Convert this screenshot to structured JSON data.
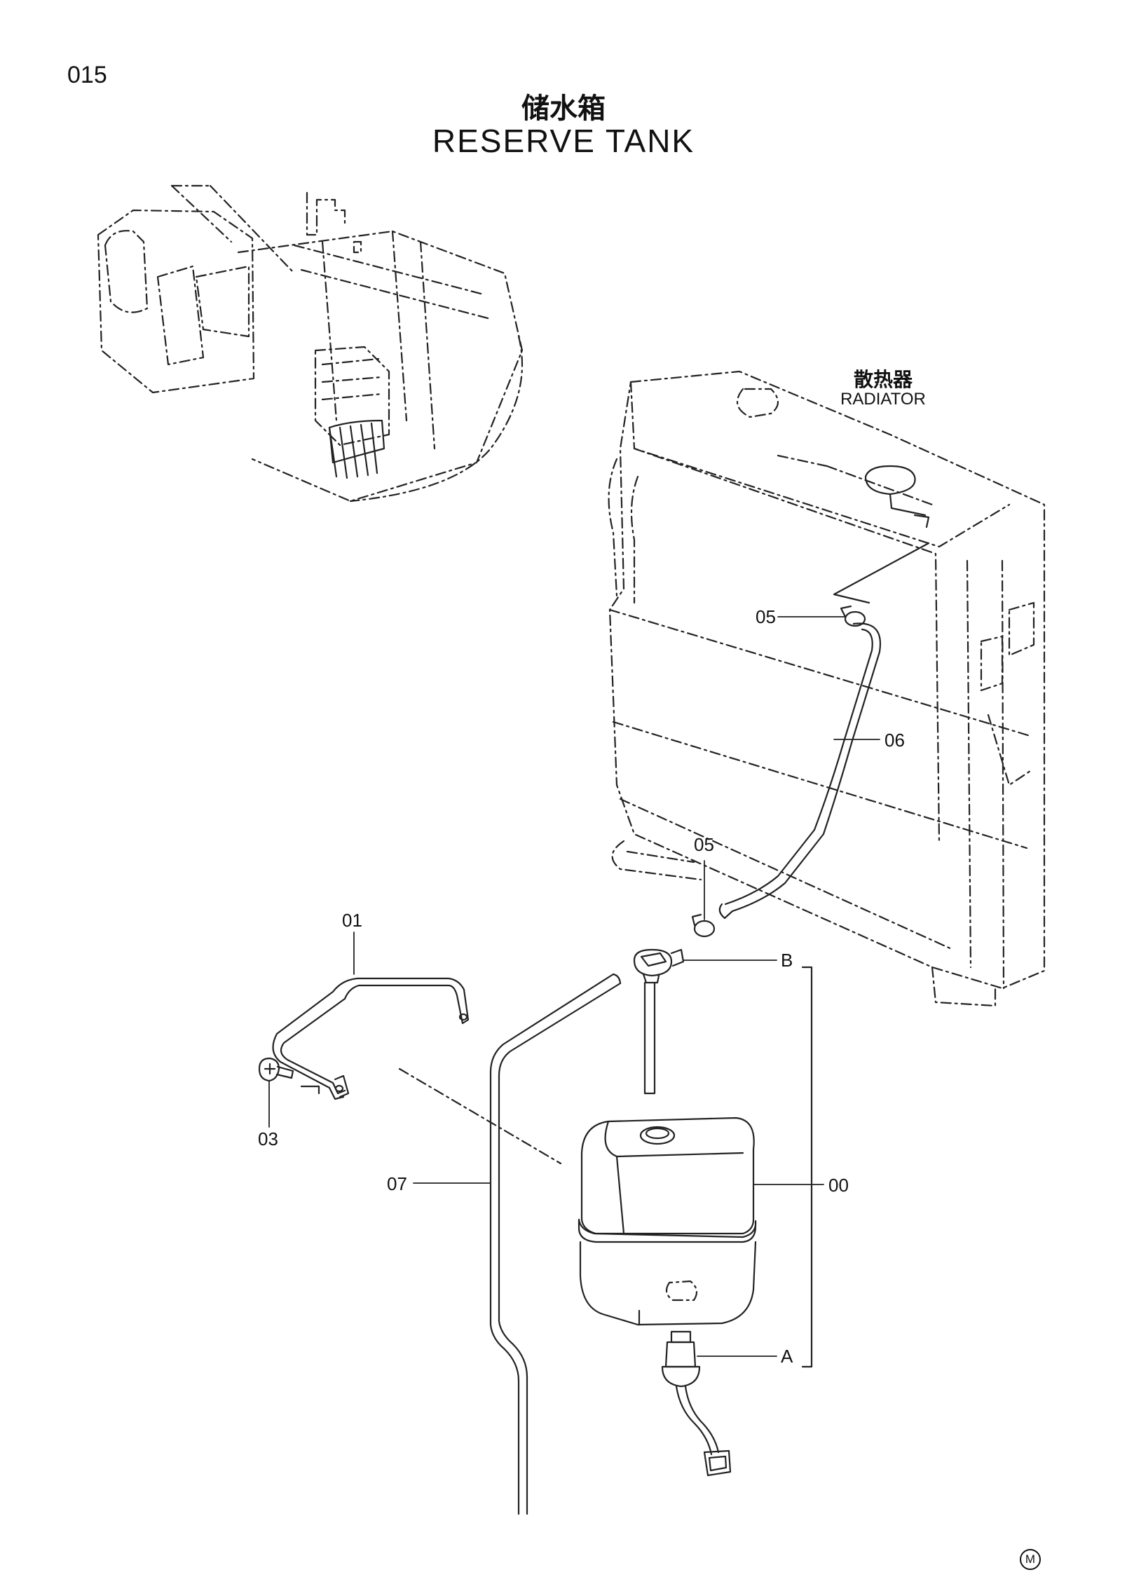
{
  "page_number": "015",
  "title_cn": "储水箱",
  "title_en": "RESERVE TANK",
  "radiator": {
    "label_cn": "散热器",
    "label_en": "RADIATOR"
  },
  "callouts": {
    "c00": "00",
    "c01": "01",
    "c03": "03",
    "c05_top": "05",
    "c05_bottom": "05",
    "c06": "06",
    "c07": "07",
    "cA": "A",
    "cB": "B"
  },
  "mark": "M"
}
